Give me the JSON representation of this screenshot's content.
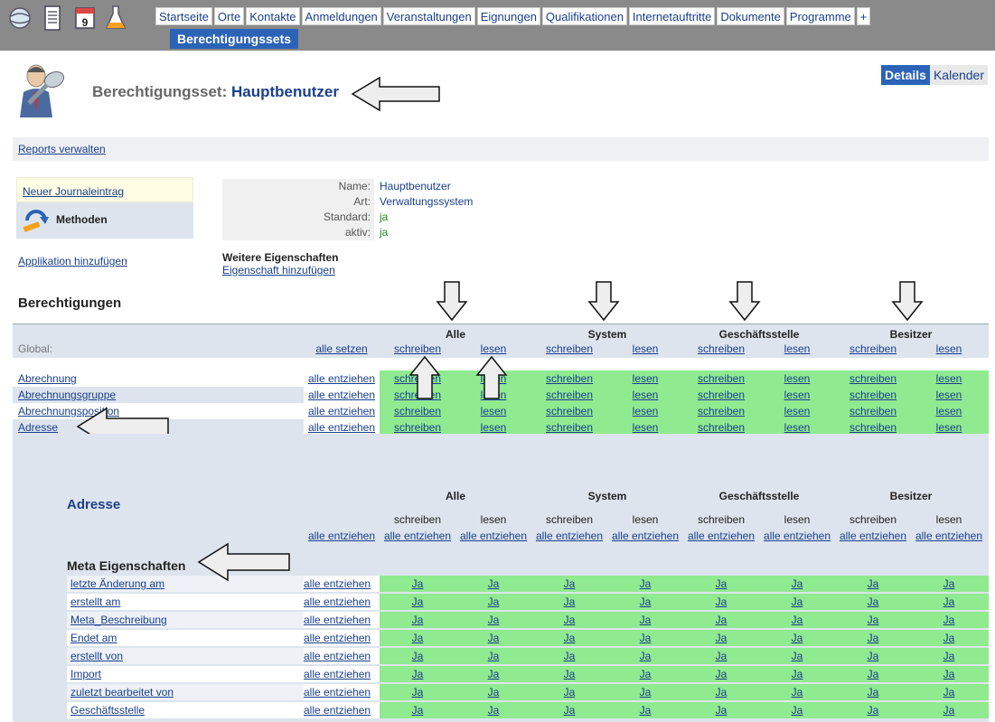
{
  "nav": {
    "tabs": [
      "Startseite",
      "Orte",
      "Kontakte",
      "Anmeldungen",
      "Veranstaltungen",
      "Eignungen",
      "Qualifikationen",
      "Internetauftritte",
      "Dokumente",
      "Programme",
      "+"
    ],
    "subtab": "Berechtigungssets"
  },
  "header": {
    "title_prefix": "Berechtigungsset:",
    "title_name": "Hauptbenutzer",
    "view_tabs": [
      "Details",
      "Kalender"
    ]
  },
  "reports_link": "Reports verwalten",
  "sidebar": {
    "journal": "Neuer Journaleintrag",
    "methods": "Methoden",
    "add_app": "Applikation hinzufügen"
  },
  "properties": [
    {
      "label": "Name:",
      "value": "Hauptbenutzer"
    },
    {
      "label": "Art:",
      "value": "Verwaltungssystem"
    },
    {
      "label": "Standard:",
      "value": "ja"
    },
    {
      "label": "aktiv:",
      "value": "ja"
    }
  ],
  "further_props": "Weitere Eigenschaften",
  "add_prop": "Eigenschaft hinzufügen",
  "permissions": {
    "title": "Berechtigungen",
    "groups": [
      "Alle",
      "System",
      "Geschäftsstelle",
      "Besitzer"
    ],
    "global_label": "Global:",
    "set_all": "alle setzen",
    "write": "schreiben",
    "read": "lesen",
    "revoke_all": "alle entziehen",
    "rows": [
      "Abrechnung",
      "Abrechnungsgruppe",
      "Abrechnungsposition",
      "Adresse"
    ]
  },
  "detail": {
    "title": "Adresse",
    "meta_title": "Meta Eigenschaften",
    "yes": "Ja",
    "meta_rows": [
      "letzte Änderung am",
      "erstellt am",
      "Meta_Beschreibung",
      "Endet am",
      "erstellt von",
      "Import",
      "zuletzt bearbeitet von",
      "Geschäftsstelle"
    ]
  }
}
